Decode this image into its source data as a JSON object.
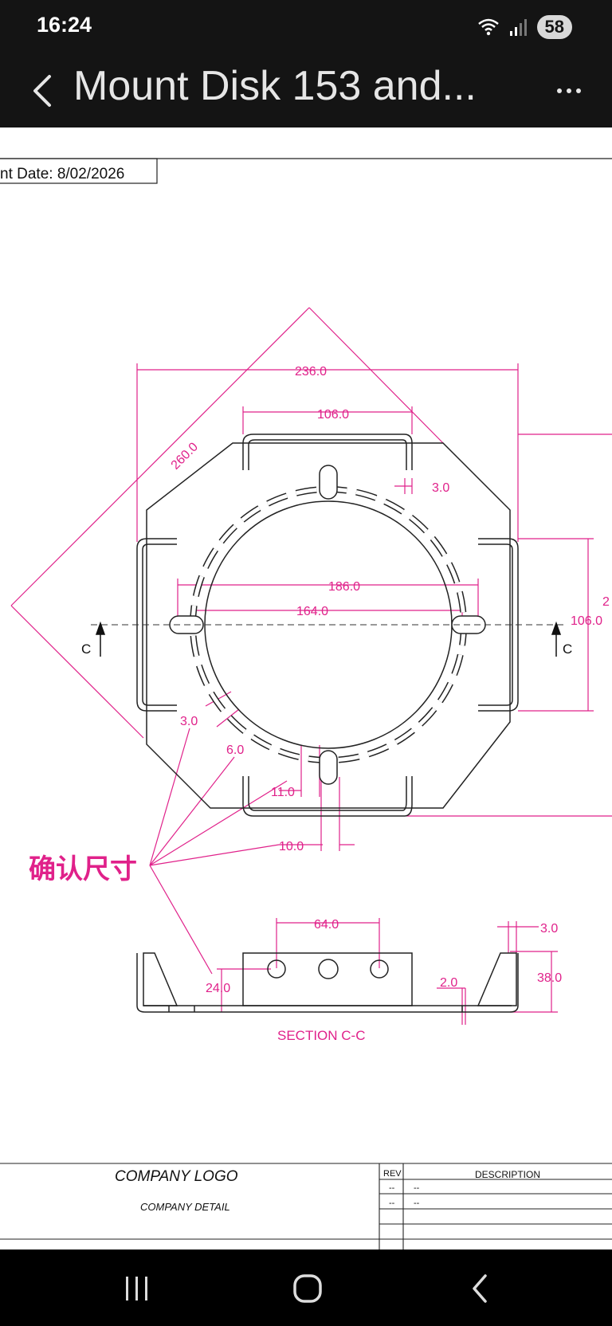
{
  "status_bar": {
    "time": "16:24",
    "battery_level": "58",
    "icons": [
      "wifi-icon",
      "signal-icon",
      "battery-icon"
    ]
  },
  "app_bar": {
    "title": "Mount Disk 153 and...",
    "icons": [
      "back-arrow-icon",
      "more-options-icon"
    ]
  },
  "drawing": {
    "print_date": "nt Date: 8/02/2026",
    "dimensions": {
      "overall_width": "236.0",
      "diagonal": "260.0",
      "slot_spacing_top": "106.0",
      "tab_thickness": "3.0",
      "hole_span": "186.0",
      "inner_diameter": "164.0",
      "side_height": "106.0",
      "side_height_cut": "2",
      "slot_gap": "3.0",
      "slot_length": "6.0",
      "slot_width": "11.0",
      "tab_width": "10.0",
      "hole_spacing": "64.0",
      "wall": "3.0",
      "hole_height": "24.0",
      "base_thickness": "2.0",
      "total_height": "38.0"
    },
    "section_marker": "C",
    "annotation": "确认尺寸",
    "section_label": "SECTION C-C",
    "accent_color": "#e0218a"
  },
  "title_block": {
    "company_logo": "COMPANY LOGO",
    "company_detail": "COMPANY DETAIL",
    "rev_header": "REV",
    "description_header": "DESCRIPTION",
    "rows": [
      {
        "rev": "--",
        "desc": "--"
      },
      {
        "rev": "--",
        "desc": "--"
      }
    ]
  },
  "nav_bar": {
    "icons": [
      "recent-apps-icon",
      "home-icon",
      "back-icon"
    ]
  }
}
